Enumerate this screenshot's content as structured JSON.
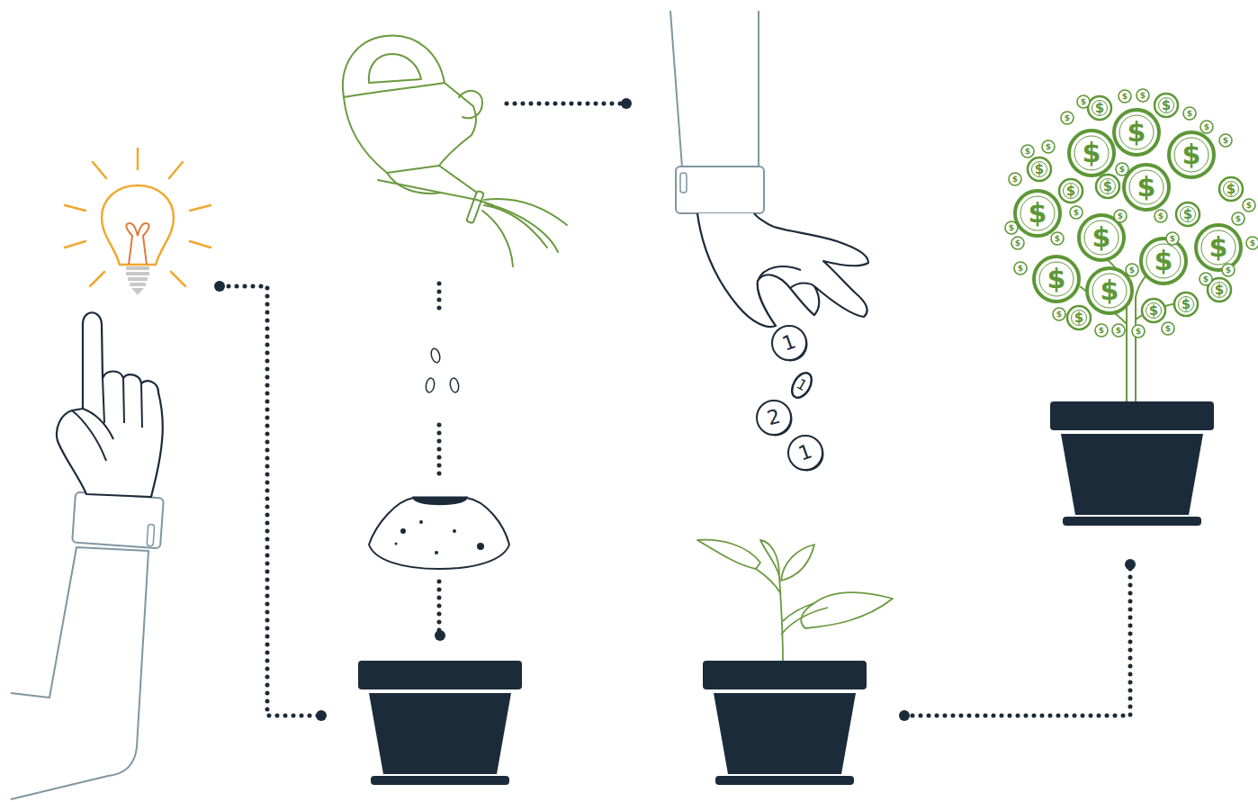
{
  "diagram": {
    "labels": [
      "1",
      "1",
      "2",
      "1",
      "$",
      "$",
      "$",
      "$",
      "$",
      "$",
      "$",
      "$",
      "$",
      "$",
      "$",
      "$",
      "$",
      "$",
      "$",
      "$",
      "$",
      "$",
      "$",
      "$",
      "$",
      "$",
      "$",
      "$",
      "$",
      "$",
      "$",
      "$",
      "$",
      "$",
      "$",
      "$",
      "$",
      "$",
      "$",
      "$",
      "$",
      "$",
      "$",
      "$",
      "$",
      "$",
      "$",
      "$",
      "$",
      "$",
      "$",
      "$",
      "$",
      "$",
      "$"
    ]
  }
}
